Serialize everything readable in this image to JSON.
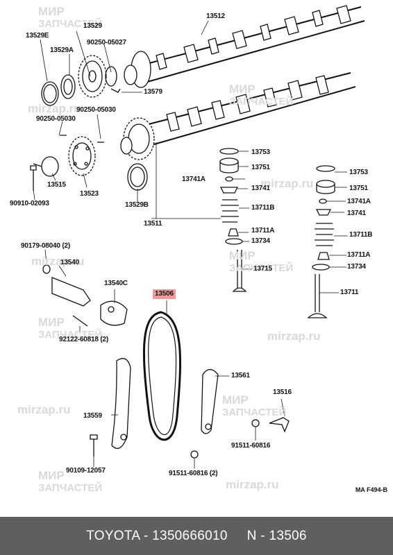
{
  "watermark": {
    "line1": "МИР",
    "line2": "ЗАПЧАСТЕЙ",
    "site": "mirzap.ru"
  },
  "labels": {
    "p13512": "13512",
    "p13529E": "13529E",
    "p13529": "13529",
    "p13529A": "13529A",
    "p90250_05027": "90250-05027",
    "p13579": "13579",
    "p90250_05030a": "90250-05030",
    "p90250_05030b": "90250-05030",
    "p13515": "13515",
    "p13523": "13523",
    "p90910_02093": "90910-02093",
    "p13529B": "13529B",
    "p13511": "13511",
    "p13753a": "13753",
    "p13751a": "13751",
    "p13741Aa": "13741A",
    "p13741a": "13741",
    "p13711Ba": "13711B",
    "p13711Aa": "13711A",
    "p13734a": "13734",
    "p13715": "13715",
    "p13753b": "13753",
    "p13751b": "13751",
    "p13741Ab": "13741A",
    "p13741b": "13741",
    "p13711Bb": "13711B",
    "p13711Ab": "13711A",
    "p13734b": "13734",
    "p13711": "13711",
    "p90179_08040": "90179-08040 (2)",
    "p13540": "13540",
    "p13540C": "13540C",
    "p13506": "13506",
    "p92122_60818": "92122-60818 (2)",
    "p13561": "13561",
    "p13516": "13516",
    "p13559": "13559",
    "p91511_60816": "91511-60816",
    "p90109_12057": "90109-12057",
    "p91511_60816_2": "91511-60816 (2)"
  },
  "diagram_ref": "MA F494-B",
  "footer": {
    "text": "TOYOTA - 1350666010     N - 13506"
  },
  "colors": {
    "highlight": "#f29a9a",
    "footer_bg": "#5f5f5f",
    "watermark": "#d9d9d9"
  }
}
